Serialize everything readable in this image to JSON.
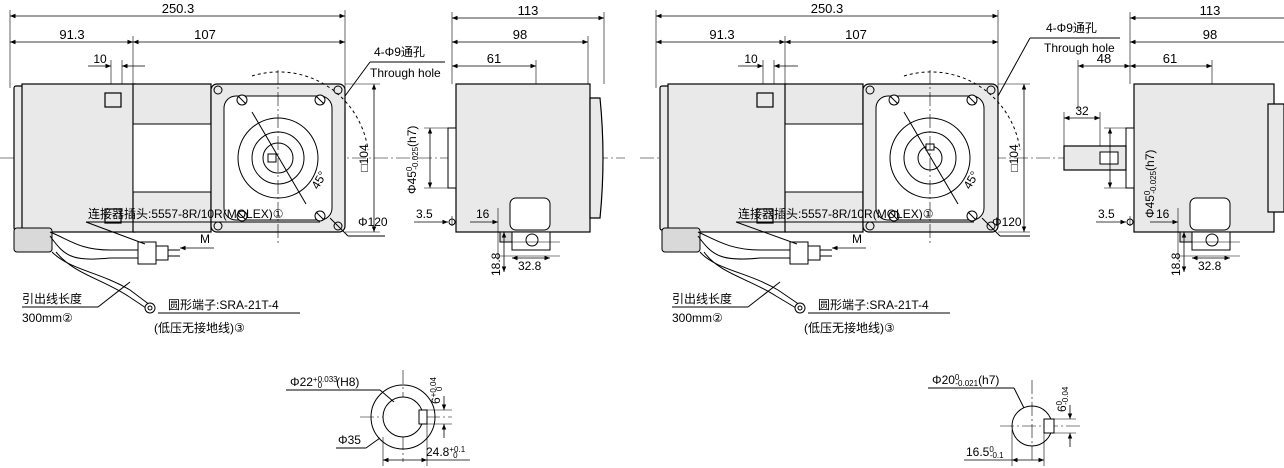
{
  "left_drawing": {
    "dims": {
      "overall_length": "250.3",
      "motor_length": "91.3",
      "gearhead_length": "107",
      "screw_offset": "10",
      "mount_hole": "4-Φ9通孔",
      "mount_hole_en": "Through hole",
      "square": "□104",
      "flange_dia": "Φ120",
      "pilot": "Φ45",
      "pilot_tol": "0",
      "pilot_tol2": "-0.025",
      "pilot_fit": "(h7)",
      "angle": "45°",
      "side_width": "113",
      "side_98": "98",
      "side_61": "61",
      "side_3_5": "3.5",
      "side_16": "16",
      "side_18_8": "18.8",
      "side_32_8": "32.8"
    },
    "connector_label": "连接器插头:5557-8R/10R(MOLEX)①",
    "m_label": "M",
    "lead_label": "引出线长度",
    "lead_length": "300mm②",
    "terminal_label": "圆形端子:SRA-21T-4",
    "terminal_note": "(低压无接地线)③",
    "bore_detail": {
      "bore": "Φ22",
      "bore_tol_up": "+0.033",
      "bore_tol_lo": "0",
      "bore_fit": "(H8)",
      "key": "6",
      "key_tol_up": "+0.04",
      "key_tol_lo": "0",
      "hub": "Φ35",
      "depth": "24.8",
      "depth_tol_up": "+0.1",
      "depth_tol_lo": "0"
    }
  },
  "right_drawing": {
    "dims": {
      "overall_length": "250.3",
      "motor_length": "91.3",
      "gearhead_length": "107",
      "screw_offset": "10",
      "mount_hole": "4-Φ9通孔",
      "mount_hole_en": "Through hole",
      "square": "□104",
      "flange_dia": "Φ120",
      "pilot": "Φ45",
      "pilot_tol": "0",
      "pilot_tol2": "-0.025",
      "pilot_fit": "(h7)",
      "angle": "45°",
      "side_width": "113",
      "side_98": "98",
      "side_61": "61",
      "side_48": "48",
      "side_32": "32",
      "side_3_5": "3.5",
      "side_16": "16",
      "side_18_8": "18.8",
      "side_32_8": "32.8"
    },
    "connector_label": "连接器插头:5557-8R/10R(MOLEX)①",
    "m_label": "M",
    "lead_label": "引出线长度",
    "lead_length": "300mm②",
    "terminal_label": "圆形端子:SRA-21T-4",
    "terminal_note": "(低压无接地线)③",
    "shaft_detail": {
      "shaft": "Φ20",
      "shaft_tol_up": "0",
      "shaft_tol_lo": "-0.021",
      "shaft_fit": "(h7)",
      "key": "6",
      "key_tol_up": "0",
      "key_tol_lo": "-0.04",
      "flat": "16.5",
      "flat_tol_up": "0",
      "flat_tol_lo": "-0.1"
    }
  }
}
